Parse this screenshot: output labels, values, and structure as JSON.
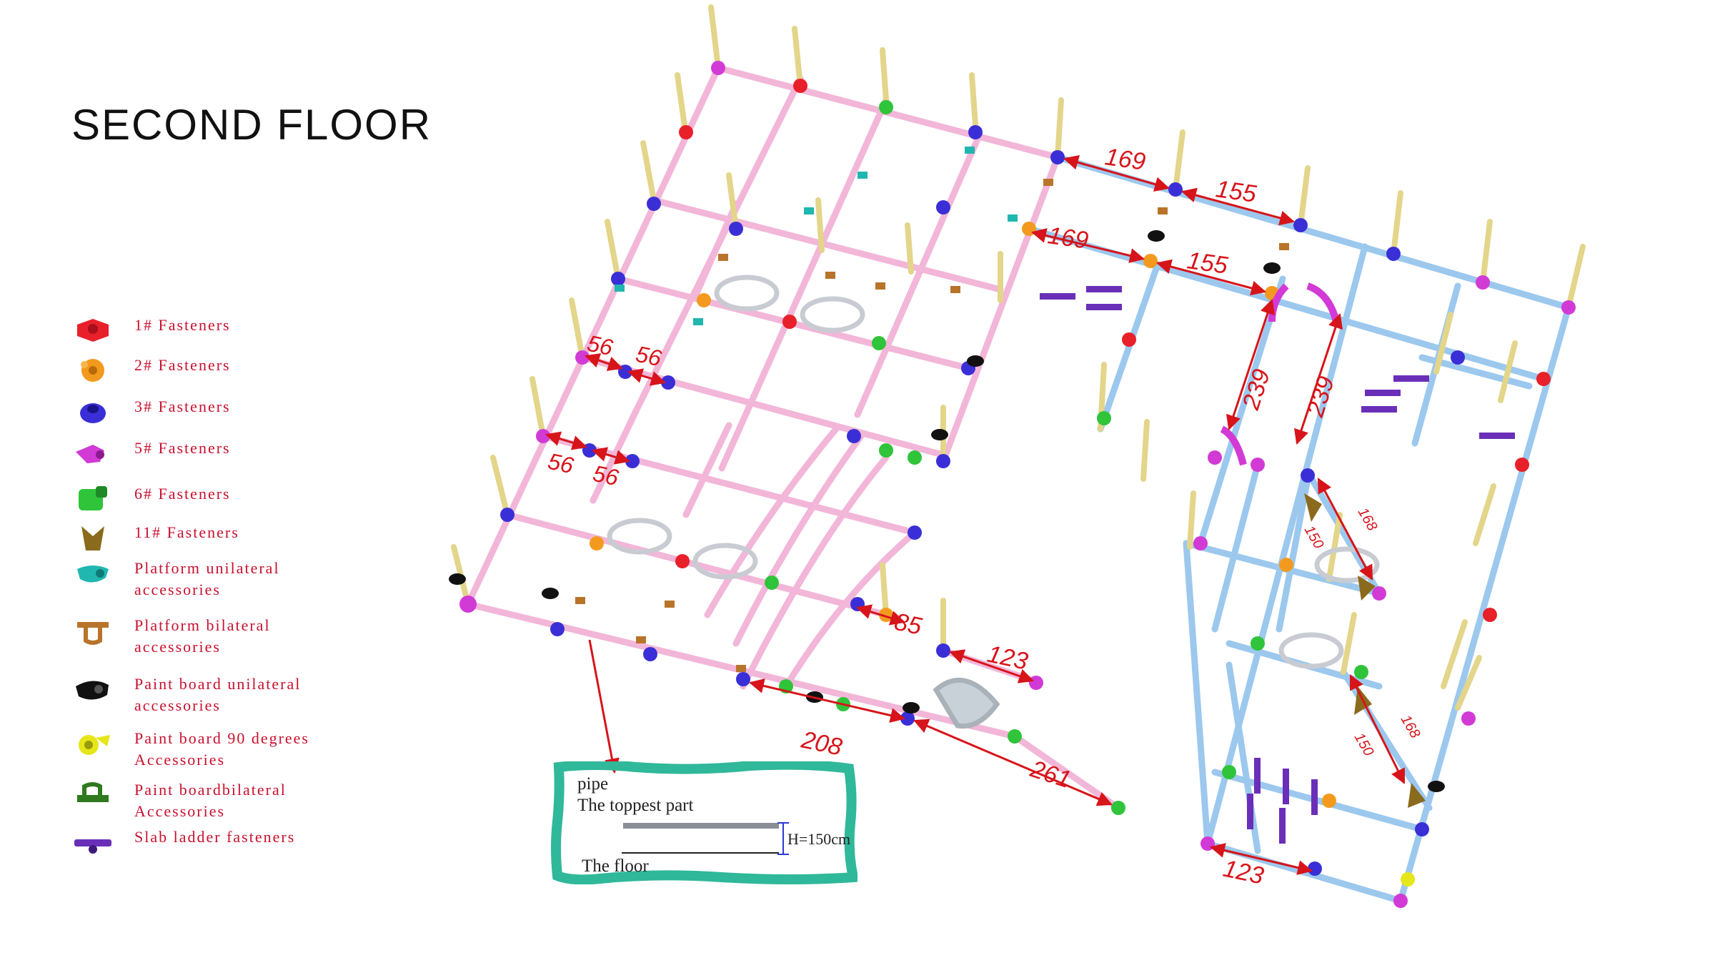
{
  "title": "SECOND FLOOR",
  "legend": [
    {
      "icon": "1-fastener-icon",
      "color": "#e8202a",
      "label": "1# Fasteners"
    },
    {
      "icon": "2-fastener-icon",
      "color": "#f39a1e",
      "label": "2# Fasteners"
    },
    {
      "icon": "3-fastener-icon",
      "color": "#3a2fd6",
      "label": "3# Fasteners"
    },
    {
      "icon": "5-fastener-icon",
      "color": "#d23ad6",
      "label": "5# Fasteners"
    },
    {
      "icon": "6-fastener-icon",
      "color": "#2fc43a",
      "label": "6# Fasteners"
    },
    {
      "icon": "11-fastener-icon",
      "color": "#8a6a1c",
      "label": "11# Fasteners"
    },
    {
      "icon": "platform-unilateral-icon",
      "color": "#20b7b0",
      "label": "Platform unilateral\naccessories"
    },
    {
      "icon": "platform-bilateral-icon",
      "color": "#b8742a",
      "label": "Platform bilateral\naccessories"
    },
    {
      "icon": "paint-board-unilateral-icon",
      "color": "#111111",
      "label": "Paint board unilateral\naccessories"
    },
    {
      "icon": "paint-board-90-icon",
      "color": "#e6e619",
      "label": "Paint board 90 degrees\nAccessories"
    },
    {
      "icon": "paint-board-bilateral-icon",
      "color": "#2f7a1e",
      "label": "Paint boardbilateral\nAccessories"
    },
    {
      "icon": "slab-ladder-icon",
      "color": "#6a2fb8",
      "label": "Slab ladder fasteners"
    }
  ],
  "dimensions": {
    "d169a": "169",
    "d155a": "155",
    "d169b": "169",
    "d155b": "155",
    "d56a": "56",
    "d56b": "56",
    "d56c": "56",
    "d56d": "56",
    "d239a": "239",
    "d239b": "239",
    "d150a": "150",
    "d168a": "168",
    "d150b": "150",
    "d168b": "168",
    "d85": "85",
    "d123a": "123",
    "d208": "208",
    "d261": "261",
    "d123b": "123"
  },
  "inset": {
    "pipe": "pipe",
    "toppest": "The toppest part",
    "height": "H=150cm",
    "floor": "The floor"
  },
  "colors": {
    "pink_pipe": "#f2b6d8",
    "blue_pipe": "#9cc8ee",
    "post": "#e3d58a",
    "dimension": "#d7141a",
    "inset_border": "#2fb89a"
  }
}
